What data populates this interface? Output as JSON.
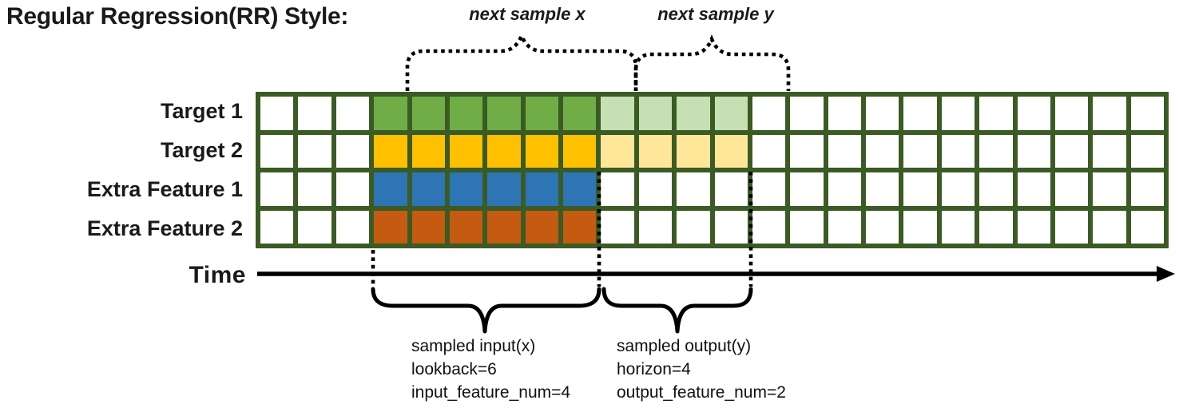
{
  "title": "Regular Regression(RR) Style:",
  "top_annotations": {
    "next_sample_x_label": "next sample x",
    "next_sample_y_label": "next sample y"
  },
  "grid": {
    "columns": 24,
    "rows": [
      {
        "label": "Target 1",
        "cells": [
          "white",
          "white",
          "white",
          "green",
          "green",
          "green",
          "green",
          "green",
          "green",
          "light-green",
          "light-green",
          "light-green",
          "light-green",
          "white",
          "white",
          "white",
          "white",
          "white",
          "white",
          "white",
          "white",
          "white",
          "white",
          "white"
        ]
      },
      {
        "label": "Target 2",
        "cells": [
          "white",
          "white",
          "white",
          "gold",
          "gold",
          "gold",
          "gold",
          "gold",
          "gold",
          "light-gold",
          "light-gold",
          "light-gold",
          "light-gold",
          "white",
          "white",
          "white",
          "white",
          "white",
          "white",
          "white",
          "white",
          "white",
          "white",
          "white"
        ]
      },
      {
        "label": "Extra Feature 1",
        "cells": [
          "white",
          "white",
          "white",
          "blue",
          "blue",
          "blue",
          "blue",
          "blue",
          "blue",
          "white",
          "white",
          "white",
          "white",
          "white",
          "white",
          "white",
          "white",
          "white",
          "white",
          "white",
          "white",
          "white",
          "white",
          "white"
        ]
      },
      {
        "label": "Extra Feature 2",
        "cells": [
          "white",
          "white",
          "white",
          "orange",
          "orange",
          "orange",
          "orange",
          "orange",
          "orange",
          "white",
          "white",
          "white",
          "white",
          "white",
          "white",
          "white",
          "white",
          "white",
          "white",
          "white",
          "white",
          "white",
          "white",
          "white"
        ]
      }
    ]
  },
  "time_axis": {
    "label": "Time"
  },
  "bottom_annotations": {
    "input": {
      "title": "sampled input(x)",
      "lookback": "lookback=6",
      "feature_num": "input_feature_num=4"
    },
    "output": {
      "title": "sampled output(y)",
      "horizon": "horizon=4",
      "feature_num": "output_feature_num=2"
    }
  },
  "colors": {
    "white": "#FFFFFF",
    "green": "#70AD47",
    "light-green": "#C6E0B4",
    "gold": "#FFC000",
    "light-gold": "#FFE699",
    "blue": "#2E75B6",
    "orange": "#C55A11",
    "grid-border": "#3A5B23",
    "line": "#000000"
  }
}
